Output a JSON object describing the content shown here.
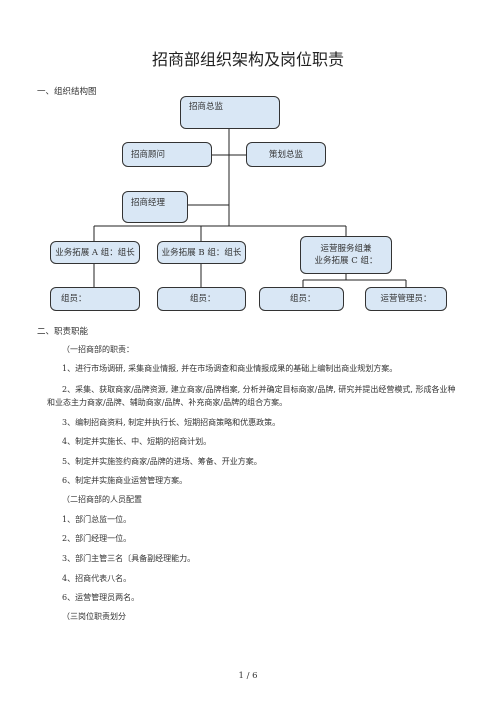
{
  "title": "招商部组织架构及岗位职责",
  "sections": {
    "org_chart_heading": "一、组织结构图",
    "duties_heading": "二、职责职能"
  },
  "org_chart": {
    "director": "招商总监",
    "advisor": "招商顾问",
    "planning_director": "策划总监",
    "manager": "招商经理",
    "team_a_leader": "业务拓展 A 组：组长",
    "team_b_leader": "业务拓展 B 组：组长",
    "ops_line1": "运营服务组兼",
    "ops_line2": "业务拓展 C 组：",
    "member_a": "组员：",
    "member_b": "组员：",
    "member_c": "组员：",
    "ops_manager": "运营管理员："
  },
  "content": [
    "（一招商部的职责：",
    "1、进行市场调研, 采集商业情报, 并在市场调查和商业情报成果的基础上编制出商业规划方案。",
    "2、采集、获取商家/品牌资源, 建立商家/品牌档案, 分析并确定目标商家/品牌, 研究并提出经营模式, 形成各业种和业态主力商家/品牌、辅助商家/品牌、补充商家/品牌的组合方案。",
    "3、编制招商资料, 制定并执行长、短期招商策略和优惠政策。",
    "4、制定并实施长、中、短期的招商计划。",
    "5、制定并实施签约商家/品牌的进场、筹备、开业方案。",
    "6、制定并实施商业运营管理方案。",
    "（二招商部的人员配置",
    "1、部门总监一位。",
    "2、部门经理一位。",
    "3、部门主管三名〔具备副经理能力。",
    "4、招商代表八名。",
    "6、运营管理员两名。",
    "（三岗位职责划分"
  ],
  "footer": "1 / 6"
}
